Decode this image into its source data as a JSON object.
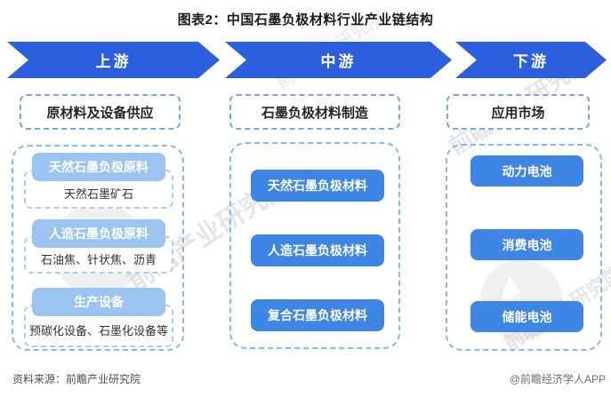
{
  "title": "图表2：中国石墨负极材料行业产业链结构",
  "stages": [
    {
      "label": "上游"
    },
    {
      "label": "中游"
    },
    {
      "label": "下游"
    }
  ],
  "columns": [
    {
      "header": "原材料及设备供应",
      "groups": [
        {
          "title": "天然石墨负极原料",
          "detail": "天然石墨矿石"
        },
        {
          "title": "人造石墨负极原料",
          "detail": "石油焦、针状焦、沥青"
        },
        {
          "title": "生产设备",
          "detail": "预碳化设备、石墨化设备等"
        }
      ]
    },
    {
      "header": "石墨负极材料制造",
      "items": [
        {
          "label": "天然石墨负极材料"
        },
        {
          "label": "人造石墨负极材料"
        },
        {
          "label": "复合石墨负极材料"
        }
      ]
    },
    {
      "header": "应用市场",
      "items": [
        {
          "label": "动力电池"
        },
        {
          "label": "消费电池"
        },
        {
          "label": "储能电池"
        }
      ]
    }
  ],
  "footer": {
    "source": "资料来源：前瞻产业研究院",
    "credit": "@前瞻经济学人APP"
  },
  "watermark": {
    "text": "前瞻产业研究院"
  },
  "colors": {
    "arrow_blue": "#2B5FDE",
    "button_blue": "#3E86E4",
    "light_blue_header": "#9CC4F0",
    "dashed_border": "#85B9EE"
  }
}
